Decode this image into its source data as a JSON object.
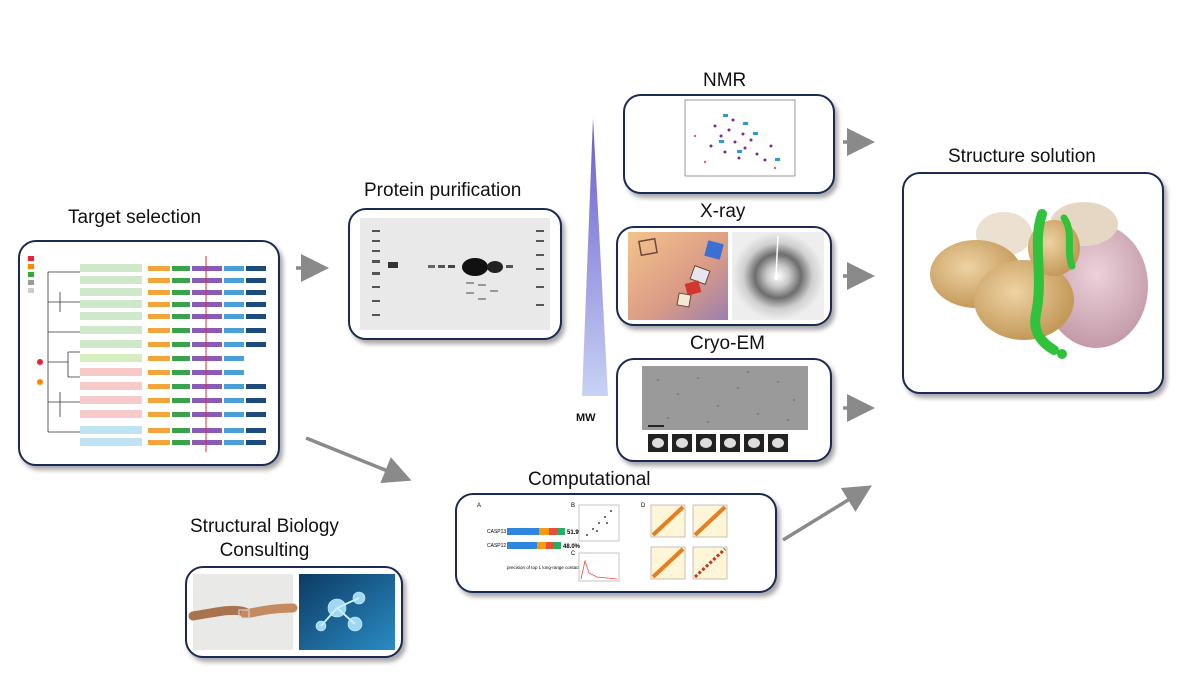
{
  "titles": {
    "target_selection": "Target selection",
    "protein_purification": "Protein purification",
    "nmr": "NMR",
    "xray": "X-ray",
    "cryo_em": "Cryo-EM",
    "structure_solution": "Structure solution",
    "computational": "Computational",
    "consulting_line1": "Structural Biology",
    "consulting_line2": "Consulting"
  },
  "mw_label": "MW",
  "computational_panel": {
    "label_a": "A",
    "label_b": "B",
    "label_c": "C",
    "label_d": "D",
    "bar1_name": "CASP13",
    "bar1_pct": "51.9%",
    "bar2_name": "CASP12",
    "bar2_pct": "48.0%",
    "xaxis": "precision of top L long-range contacts, %"
  },
  "colors": {
    "panel_border": "#1b2a52",
    "arrow": "#8a8a8a",
    "protein_tan": "#d9b277",
    "protein_pink": "#d8b2bf",
    "protein_green": "#2fc23a"
  }
}
